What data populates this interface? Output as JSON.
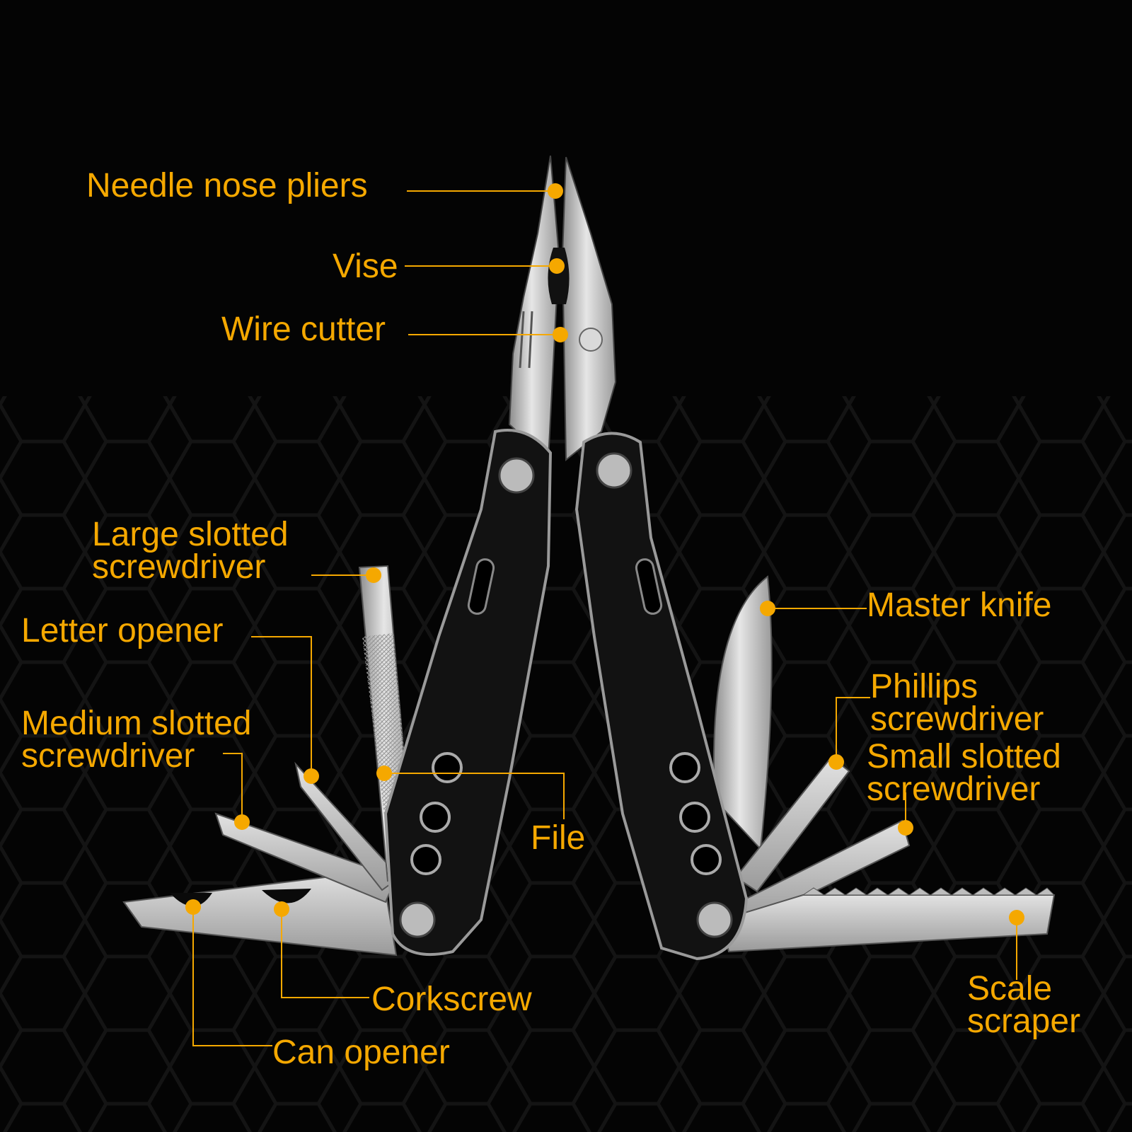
{
  "colors": {
    "accent": "#f5a800",
    "background": "#040404",
    "steel": "#c9c9c9",
    "handle": "#111111"
  },
  "labels": {
    "needle_nose_pliers": "Needle nose pliers",
    "vise": "Vise",
    "wire_cutter": "Wire cutter",
    "large_slotted_screwdriver": "Large slotted\nscrewdriver",
    "letter_opener": "Letter opener",
    "medium_slotted_screwdriver": "Medium slotted\nscrewdriver",
    "file": "File",
    "corkscrew": "Corkscrew",
    "can_opener": "Can opener",
    "master_knife": "Master knife",
    "phillips_screwdriver": "Phillips\nscrewdriver",
    "small_slotted_screwdriver": "Small slotted\nscrewdriver",
    "scale_scraper": "Scale\nscraper"
  }
}
